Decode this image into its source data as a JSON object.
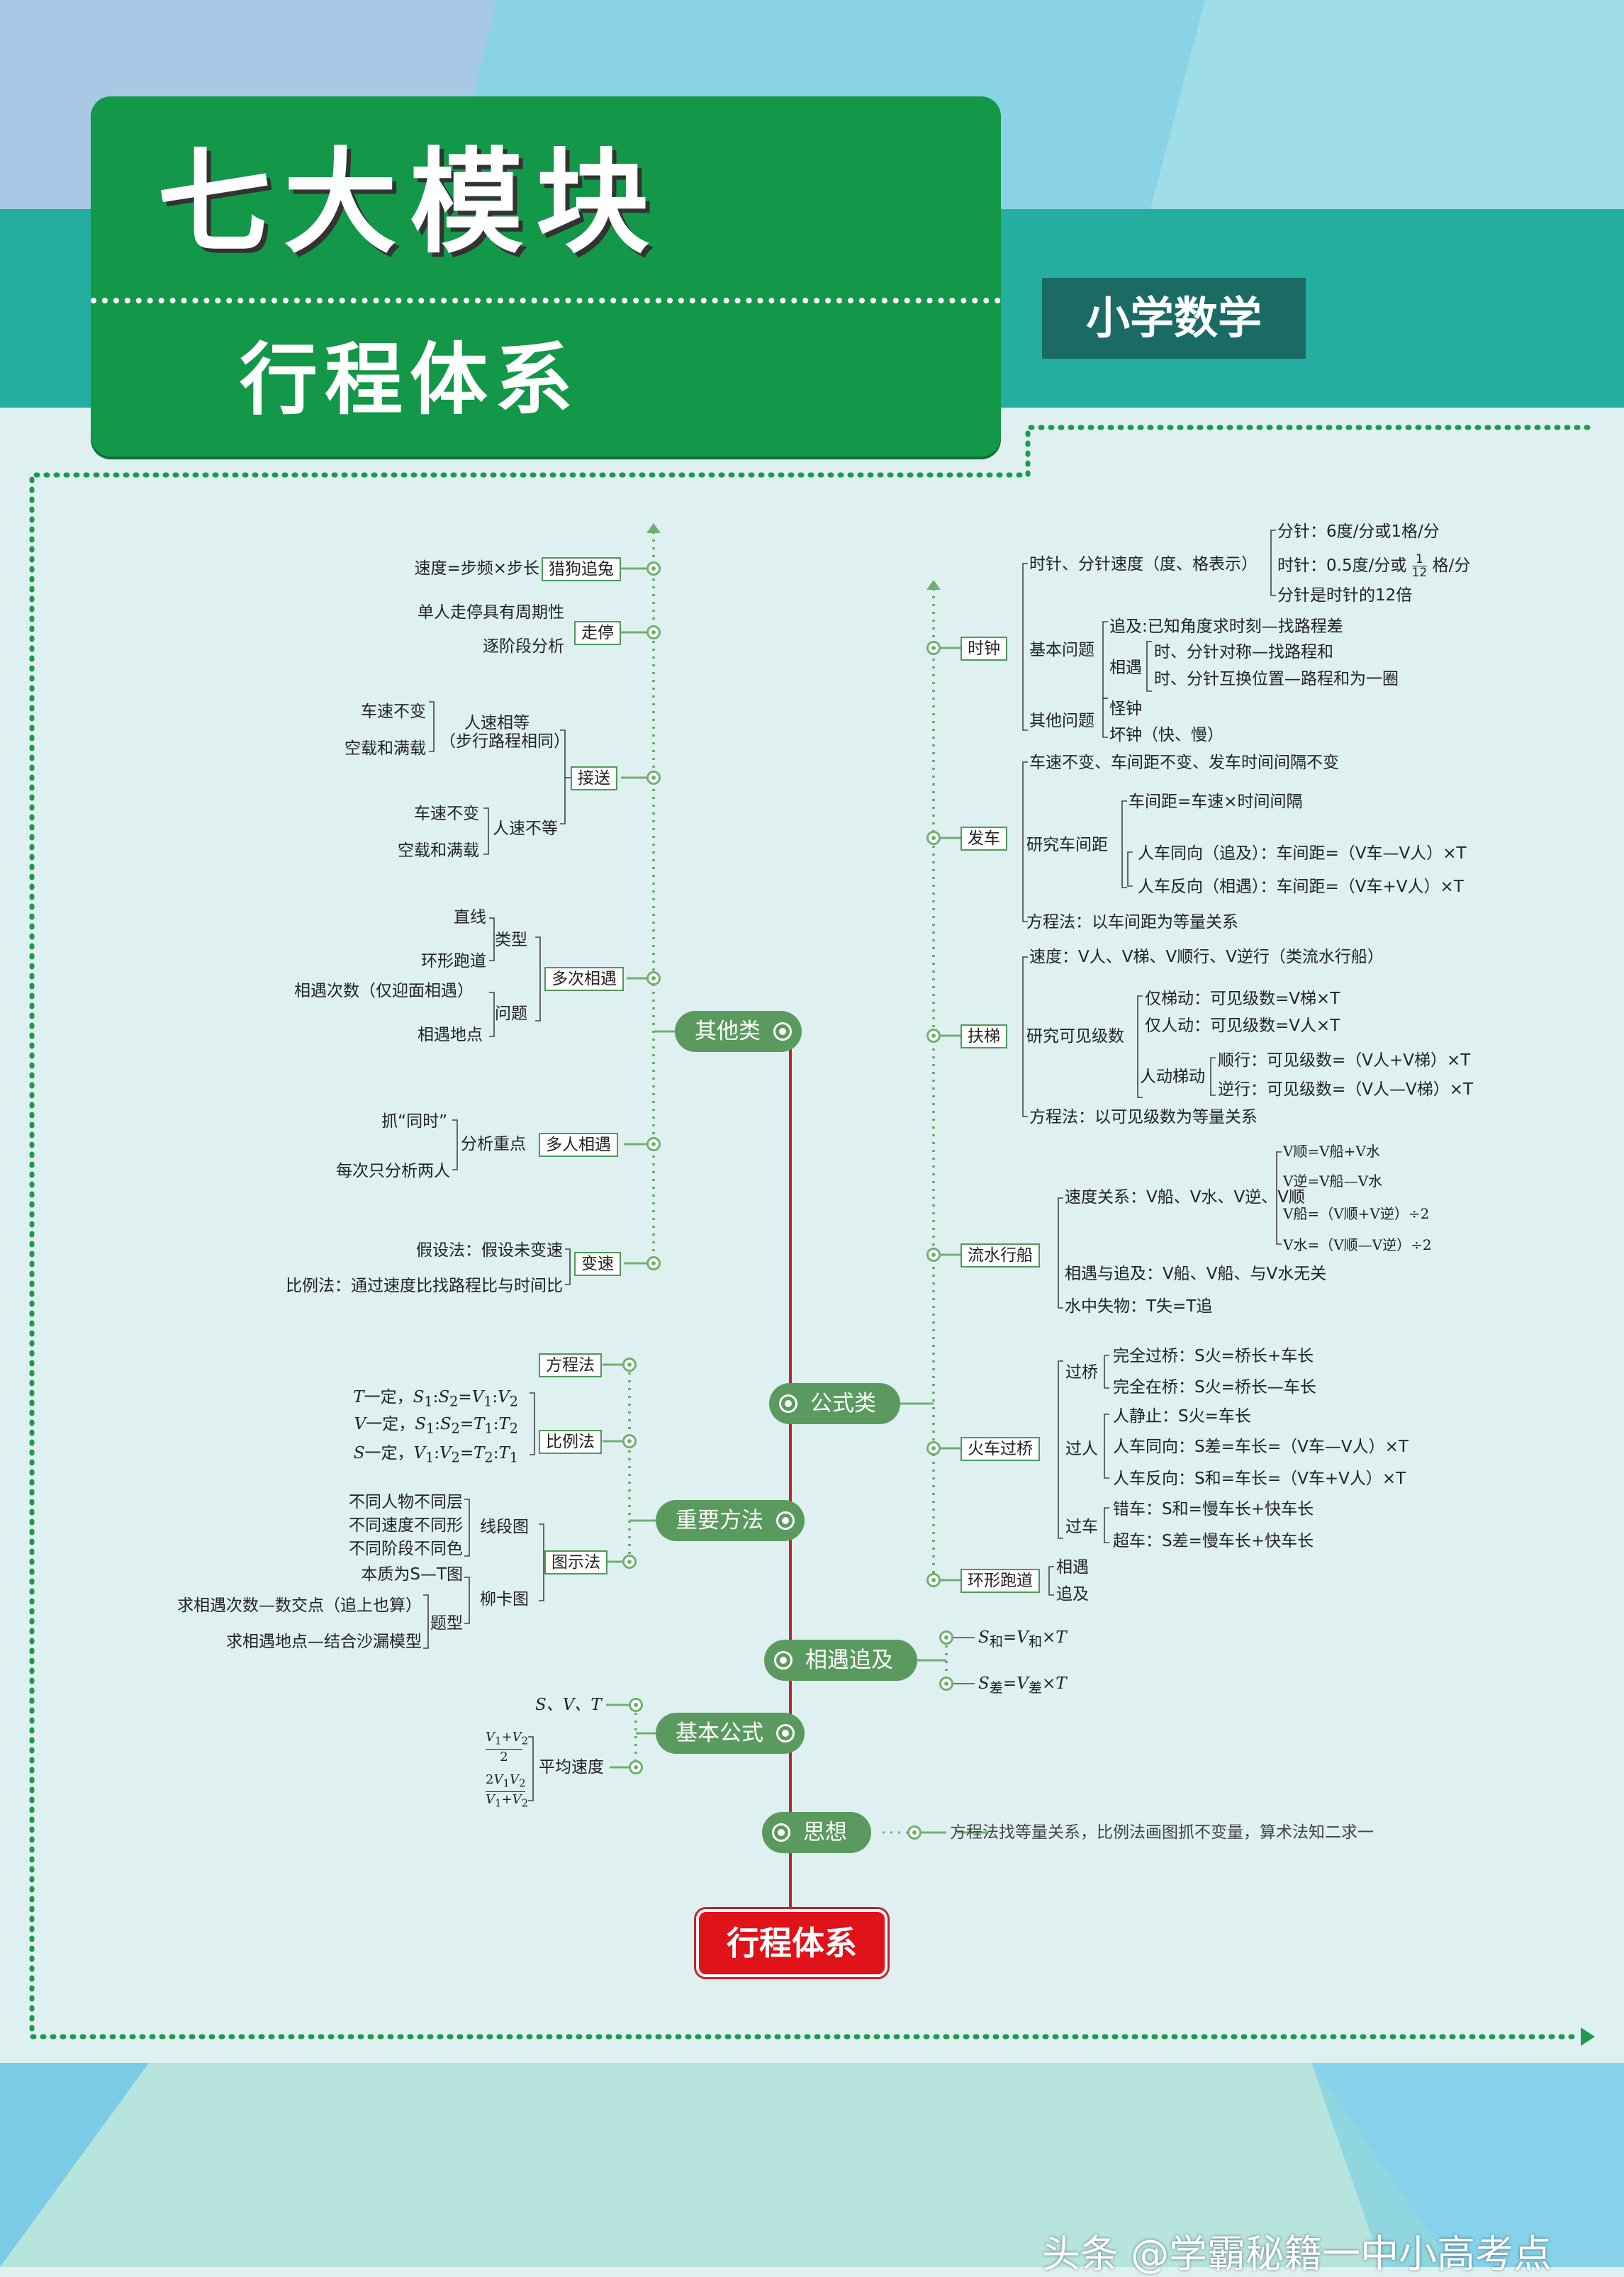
{
  "header": {
    "title": "七大模块",
    "subtitle": "行程体系",
    "tag": "小学数学"
  },
  "root": "行程体系",
  "branches": {
    "other": "其他类",
    "formula": "公式类",
    "method": "重要方法",
    "meet": "相遇追及",
    "basic": "基本公式",
    "idea": "思想"
  },
  "other": {
    "catdog": {
      "label": "猎狗追兔",
      "items": [
        "速度=步频×步长"
      ]
    },
    "walkstop": {
      "label": "走停",
      "items": [
        "单人走停具有周期性",
        "逐阶段分析"
      ]
    },
    "shuttle": {
      "label": "接送",
      "g1": "人速相等",
      "g1b": "（步行路程相同）",
      "g1items": [
        "车速不变",
        "空载和满载"
      ],
      "g2": "人速不等",
      "g2items": [
        "车速不变",
        "空载和满载"
      ]
    },
    "multi": {
      "label": "多次相遇",
      "type": "类型",
      "typeitems": [
        "直线",
        "环形跑道"
      ],
      "problem": "问题",
      "problemitems": [
        "相遇次数（仅迎面相遇）",
        "相遇地点"
      ]
    },
    "many": {
      "label": "多人相遇",
      "focus": "分析重点",
      "items": [
        "抓“同时”",
        "每次只分析两人"
      ]
    },
    "speedchange": {
      "label": "变速",
      "items": [
        "假设法：假设未变速",
        "比例法：通过速度比找路程比与时间比"
      ]
    }
  },
  "method": {
    "equation": "方程法",
    "ratio": {
      "label": "比例法",
      "items": [
        "T一定，S1:S2=V1:V2",
        "V一定，S1:S2=T1:T2",
        "S一定，V1:V2=T2:T1"
      ]
    },
    "diagram": {
      "label": "图示法",
      "seg": "线段图",
      "segitems": [
        "不同人物不同层",
        "不同速度不同形",
        "不同阶段不同色"
      ],
      "willow": "柳卡图",
      "willow_essence": "本质为S—T图",
      "qtype": "题型",
      "qitems": [
        "求相遇次数—数交点（追上也算）",
        "求相遇地点—结合沙漏模型"
      ]
    }
  },
  "basic": {
    "sv": "S、V、T",
    "avg": "平均速度",
    "f1num": "V1+V2",
    "f1den": "2",
    "f2num": "2V1V2",
    "f2den": "V1+V2"
  },
  "meet": {
    "f1": "S和=V和×T",
    "f2": "S差=V差×T"
  },
  "idea": {
    "text": "方程法找等量关系，比例法画图抓不变量，算术法知二求一"
  },
  "formula": {
    "clock": {
      "label": "时钟",
      "speed": "时针、分针速度（度、格表示）",
      "s1": "分针：6度/分或1格/分",
      "s2": "时针：0.5度/分或 1/12 格/分",
      "s3": "分针是时针的12倍",
      "basic": "基本问题",
      "chase": "追及:已知角度求时刻—找路程差",
      "meet": "相遇",
      "m1": "时、分针对称—找路程和",
      "m2": "时、分针互换位置—路程和为一圈",
      "other": "其他问题",
      "o1": "怪钟",
      "o2": "坏钟（快、慢）"
    },
    "bus": {
      "label": "发车",
      "top": "车速不变、车间距不变、发车时间间隔不变",
      "study": "研究车间距",
      "r1": "车间距=车速×时间间隔",
      "r2": "人车同向（追及）：车间距=（V车—V人）×T",
      "r3": "人车反向（相遇）：车间距=（V车+V人）×T",
      "eq": "方程法：以车间距为等量关系"
    },
    "escalator": {
      "label": "扶梯",
      "speed": "速度：V人、V梯、V顺行、V逆行（类流水行船）",
      "study": "研究可见级数",
      "r1": "仅梯动：可见级数=V梯×T",
      "r2": "仅人动：可见级数=V人×T",
      "both": "人动梯动",
      "b1": "顺行：可见级数=（V人+V梯）×T",
      "b2": "逆行：可见级数=（V人—V梯）×T",
      "eq": "方程法：以可见级数为等量关系"
    },
    "boat": {
      "label": "流水行船",
      "rel": "速度关系：V船、V水、V逆、V顺",
      "f1": "V顺=V船+V水",
      "f2": "V逆=V船—V水",
      "f3": "V船=（V顺+V逆）÷2",
      "f4": "V水=（V顺—V逆）÷2",
      "meet": "相遇与追及：V船、V船、与V水无关",
      "lost": "水中失物：T失=T追"
    },
    "train": {
      "label": "火车过桥",
      "bridge": "过桥",
      "b1": "完全过桥：S火=桥长+车长",
      "b2": "完全在桥：S火=桥长—车长",
      "person": "过人",
      "p1": "人静止：S火=车长",
      "p2": "人车同向：S差=车长=（V车—V人）×T",
      "p3": "人车反向：S和=车长=（V车+V人）×T",
      "car": "过车",
      "c1": "错车：S和=慢车长+快车长",
      "c2": "超车：S差=慢车长+快车长"
    },
    "track": {
      "label": "环形跑道",
      "items": [
        "相遇",
        "追及"
      ]
    }
  },
  "watermark": "头条 @学霸秘籍一中小高考点"
}
